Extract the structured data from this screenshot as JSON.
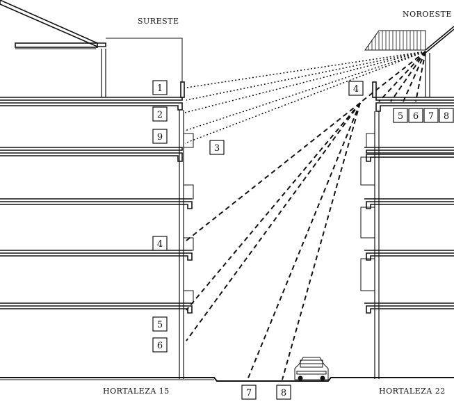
{
  "orientation": {
    "left": "SURESTE",
    "right": "NOROESTE"
  },
  "buildings": {
    "left": "HORTALEZA 15",
    "right": "HORTALEZA 22"
  },
  "markers": {
    "m1": "1",
    "m2": "2",
    "m9": "9",
    "m3": "3",
    "m4_left": "4",
    "m5_left": "5",
    "m6": "6",
    "m7": "7",
    "m8": "8",
    "m4_right": "4",
    "m5_right": "5",
    "m6_right": "6",
    "m7_right": "7",
    "m8_right": "8"
  }
}
